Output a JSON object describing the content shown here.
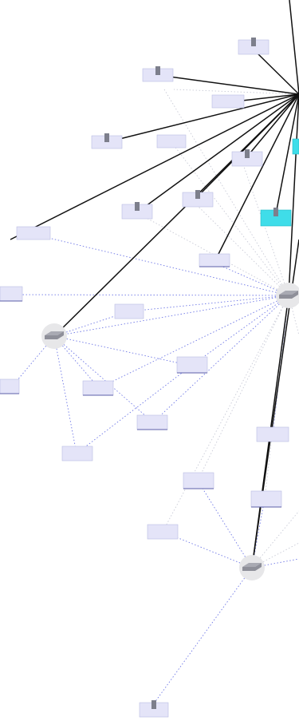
{
  "diagram": {
    "colors": {
      "background": "#ffffff",
      "solid_edge": "#111111",
      "dotted_edge": "#6f78e6",
      "node_fill": "#e4e4f8",
      "highlight_fill": "#3fdde9",
      "hub_fill": "#e7e7e9"
    },
    "hubs": [
      {
        "id": "hub-main",
        "icon": "switch-icon"
      },
      {
        "id": "hub-left",
        "icon": "switch-icon"
      },
      {
        "id": "hub-bottom",
        "icon": "switch-icon"
      }
    ],
    "labels_note": "",
    "node_labels": {
      "n1": "",
      "n2": "",
      "n3": "",
      "n4": "",
      "n5": "",
      "n6": "",
      "n7": "",
      "n8": "",
      "n9": "",
      "n10": "",
      "n11": "",
      "n12": "",
      "n13": "",
      "n14": "",
      "n15": "",
      "n16": "",
      "n17": "",
      "n18": "",
      "n19": "",
      "n20": "",
      "n21": "",
      "n22": ""
    }
  }
}
